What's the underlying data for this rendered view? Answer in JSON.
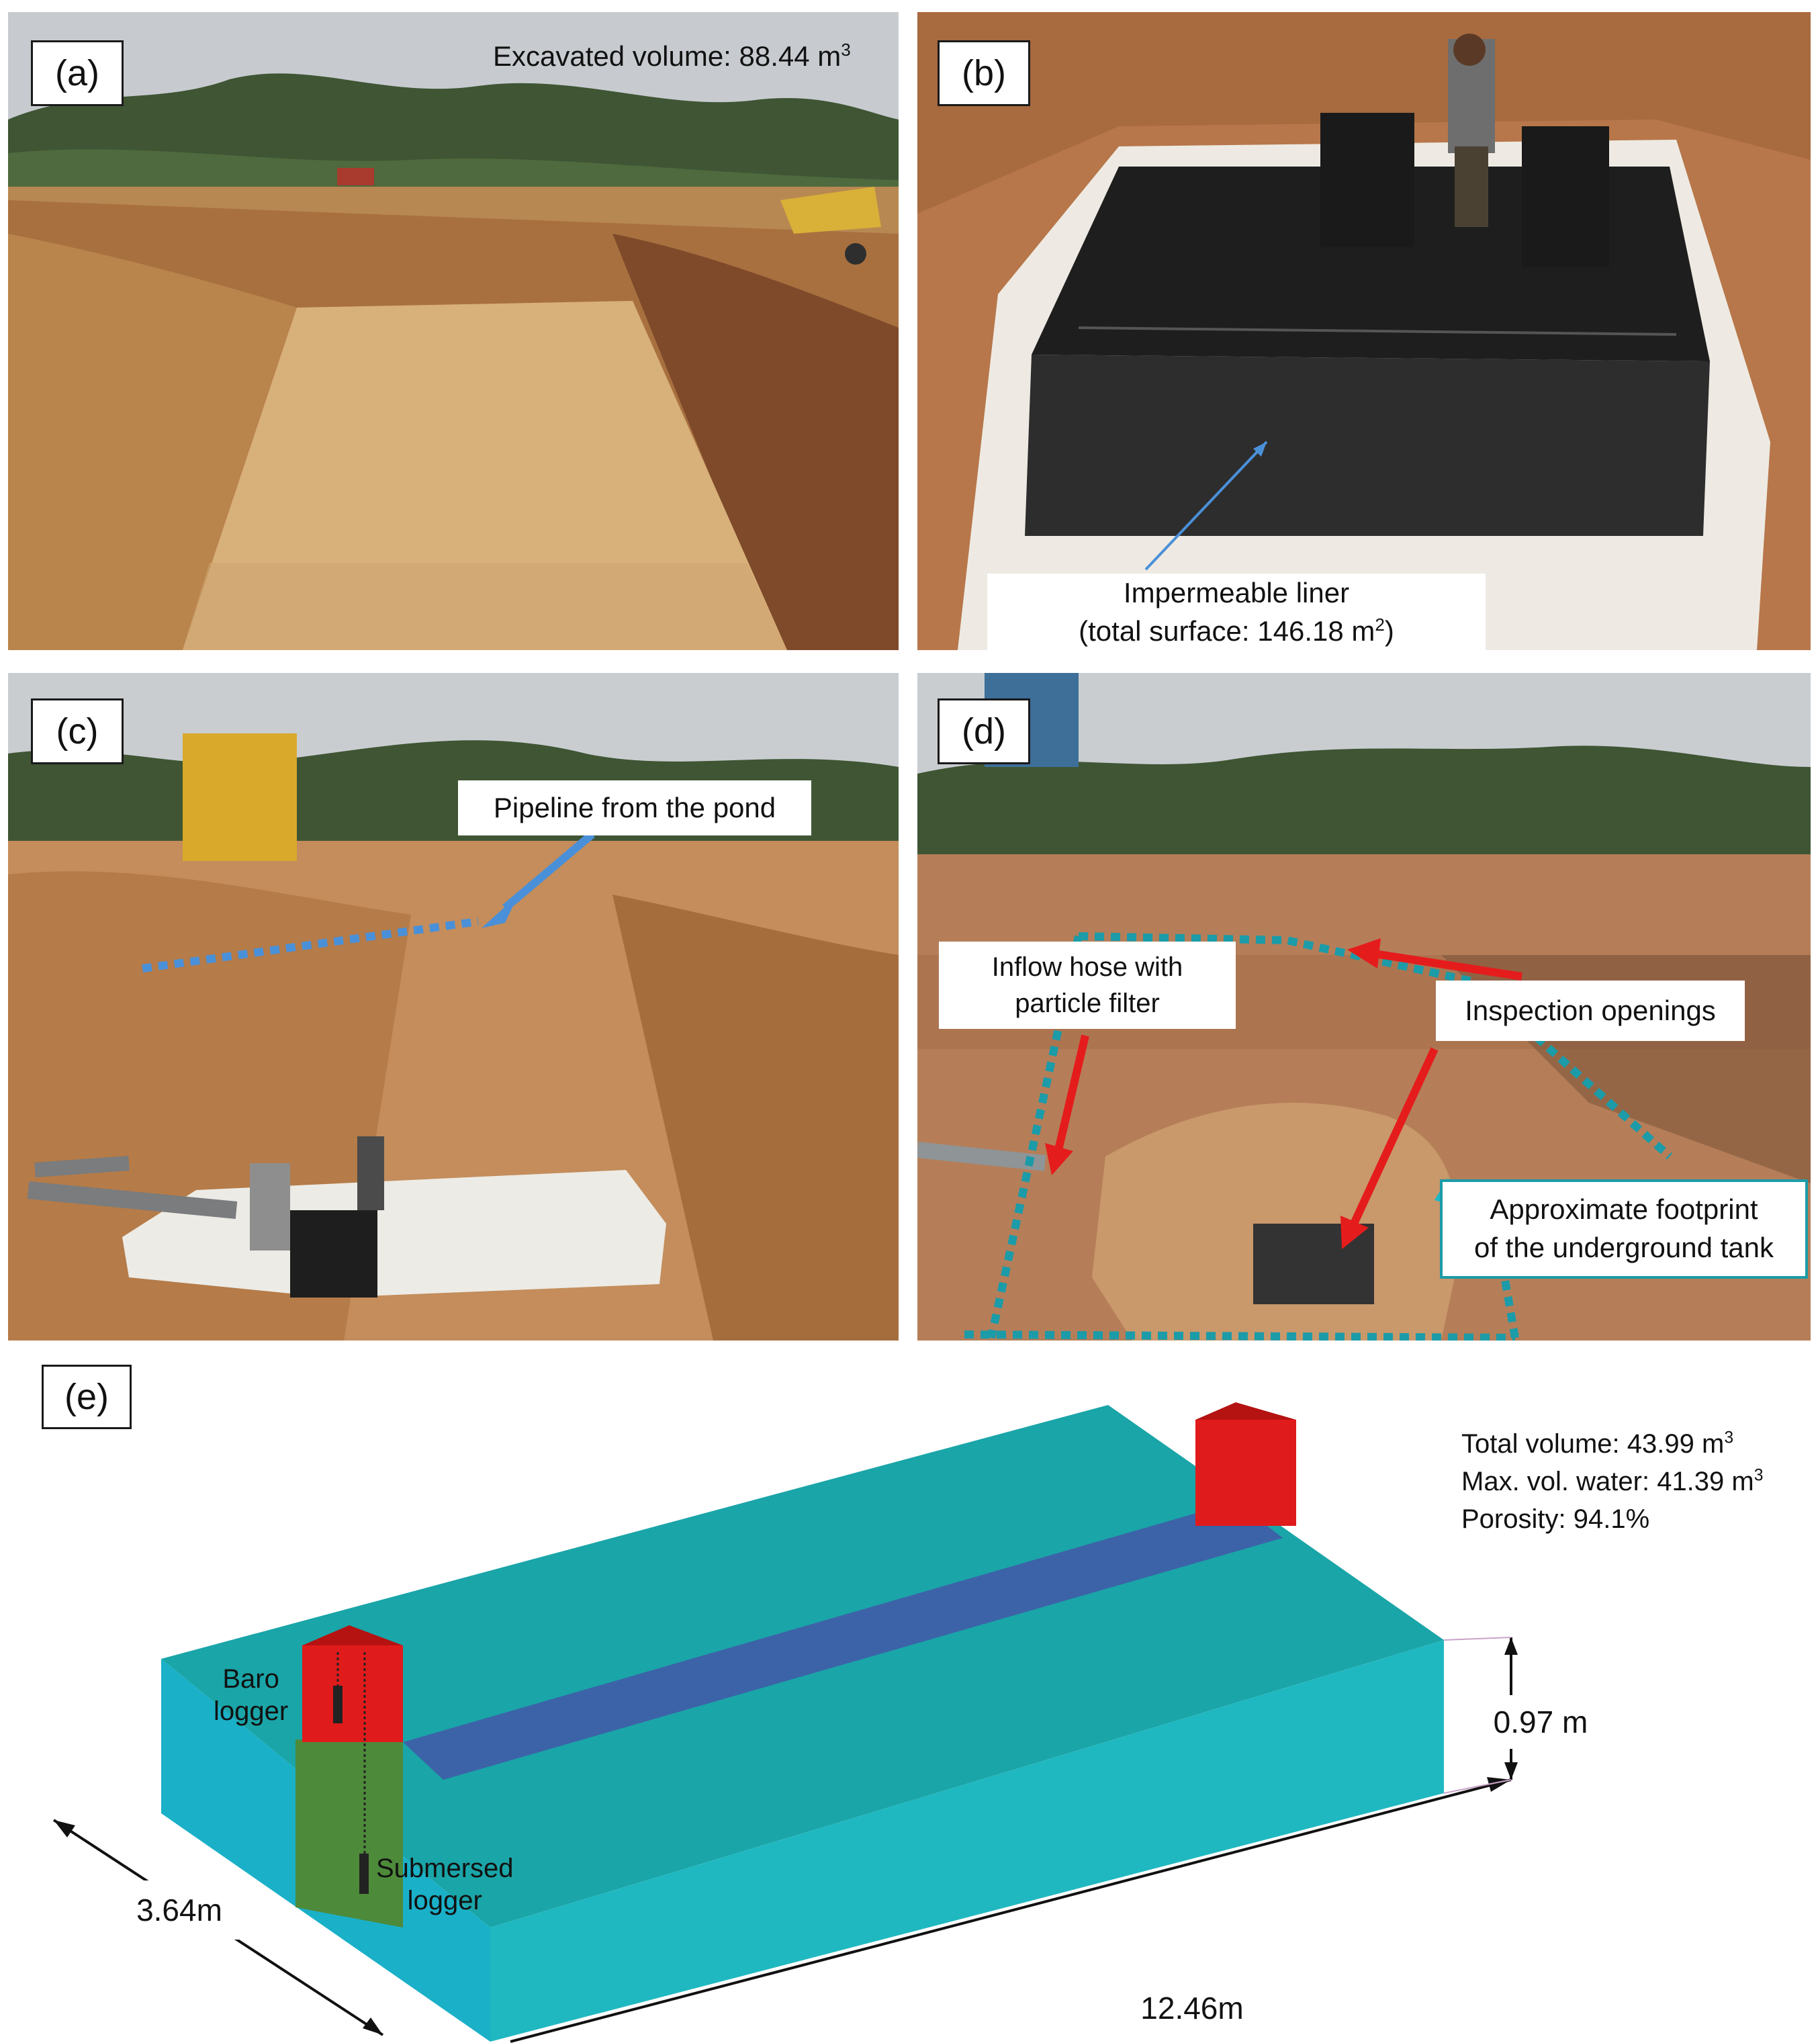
{
  "panels": {
    "a": {
      "tag": "(a)",
      "caption_prefix": "Excavated volume: 88.44 m",
      "caption_sup": "3"
    },
    "b": {
      "tag": "(b)",
      "label_line1": "Impermeable liner",
      "label_line2_prefix": "(total surface: 146.18 m",
      "label_line2_sup": "2",
      "label_line2_suffix": ")"
    },
    "c": {
      "tag": "(c)",
      "label": "Pipeline from the pond"
    },
    "d": {
      "tag": "(d)",
      "label_inflow_line1": "Inflow hose with",
      "label_inflow_line2": "particle filter",
      "label_inspection": "Inspection openings",
      "label_footprint_line1": "Approximate footprint",
      "label_footprint_line2": "of the underground tank"
    },
    "e": {
      "tag": "(e)",
      "total_volume_prefix": "Total volume:  43.99 m",
      "total_volume_sup": "3",
      "max_water_prefix": "Max. vol. water: 41.39 m",
      "max_water_sup": "3",
      "porosity": "Porosity: 94.1%",
      "baro_line1": "Baro",
      "baro_line2": "logger",
      "sub_line1": "Submersed",
      "sub_line2": "logger",
      "height": "0.97 m",
      "width": "3.64m",
      "length": "12.46m"
    }
  },
  "colors": {
    "soil": "#c8955f",
    "sky": "#c9cdd0",
    "liner_black": "#2b2b2b",
    "geotextile": "#ece8e0",
    "arrow_blue": "#4a90d9",
    "arrow_red": "#e51c1c",
    "footprint_teal": "#1c9ba8",
    "tank_top": "#1aa5a8",
    "tank_front": "#1ab0c8",
    "tank_side": "#20b8c0",
    "channel_blue": "#3c63a8",
    "inspection_red": "#e01b1b",
    "green_block": "#4d8a3a"
  }
}
